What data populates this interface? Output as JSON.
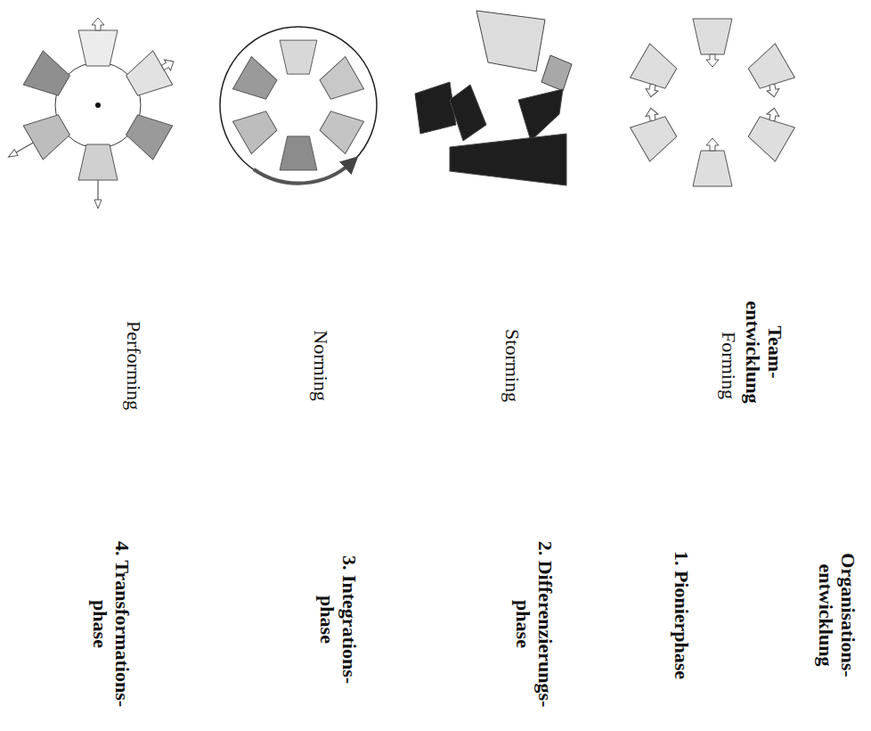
{
  "diagram": {
    "labels": [
      "Team- entwicklung",
      "Organisations- entwicklung",
      "Forming",
      "1. Pionierphase",
      "Storming",
      "2. Differenzierungs- phase",
      "Norming",
      "3. Integrations- phase",
      "Performing",
      "4. Transformations- phase"
    ]
  }
}
